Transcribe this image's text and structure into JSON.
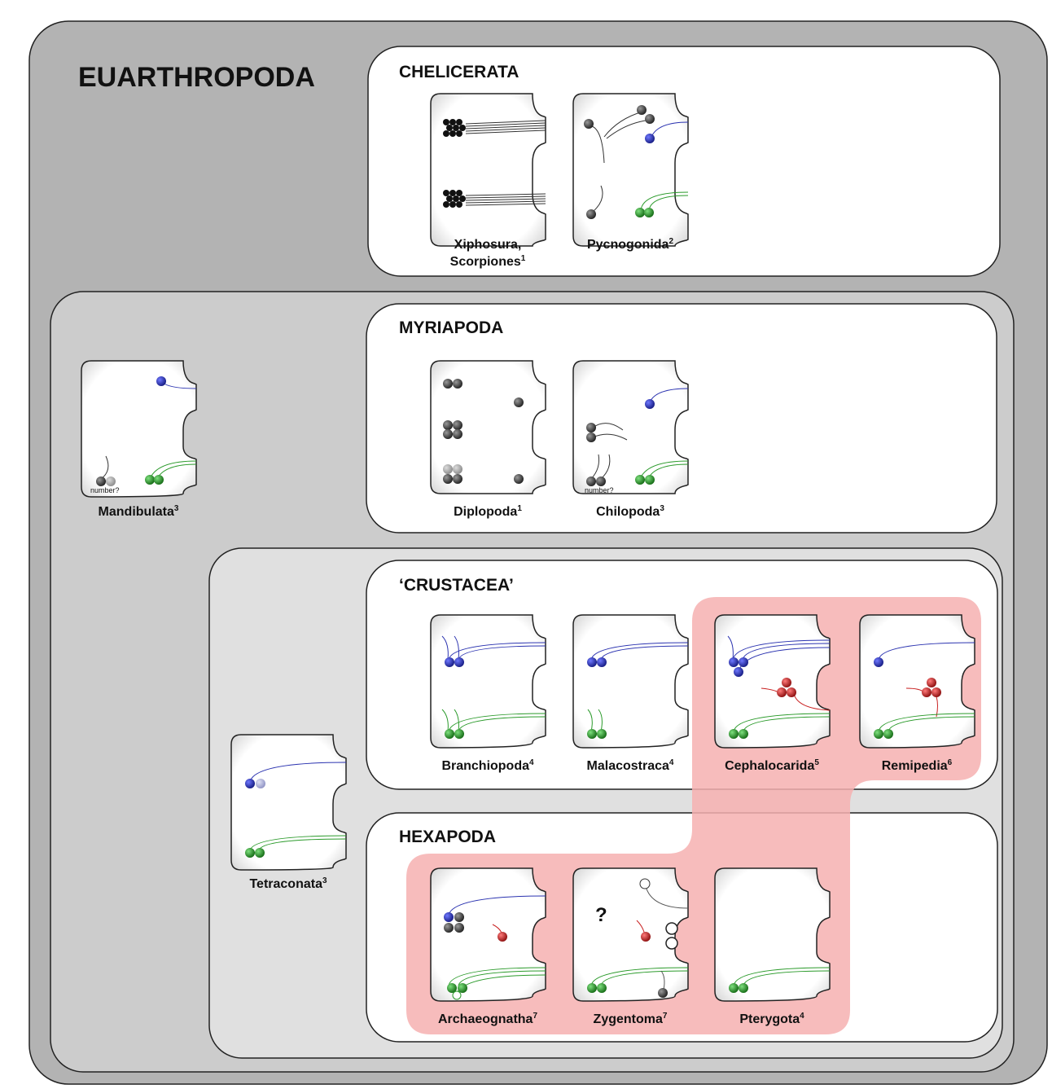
{
  "diagram": {
    "outer_title": "EUARTHROPODA",
    "clades": {
      "chelicerata": "CHELICERATA",
      "myriapoda": "MYRIAPODA",
      "crustacea": "‘CRUSTACEA’",
      "hexapoda": "HEXAPODA"
    },
    "taxa": {
      "xiphosura": {
        "line1": "Xiphosura,",
        "line2": "Scorpiones",
        "sup": "1"
      },
      "pycnogonida": {
        "name": "Pycnogonida",
        "sup": "2"
      },
      "mandibulata": {
        "name": "Mandibulata",
        "sup": "3",
        "note": "number?"
      },
      "diplopoda": {
        "name": "Diplopoda",
        "sup": "1"
      },
      "chilopoda": {
        "name": "Chilopoda",
        "sup": "3",
        "note": "number?"
      },
      "tetraconata": {
        "name": "Tetraconata",
        "sup": "3"
      },
      "branchiopoda": {
        "name": "Branchiopoda",
        "sup": "4"
      },
      "malacostraca": {
        "name": "Malacostraca",
        "sup": "4"
      },
      "cephalocarida": {
        "name": "Cephalocarida",
        "sup": "5"
      },
      "remipedia": {
        "name": "Remipedia",
        "sup": "6"
      },
      "archaeognatha": {
        "name": "Archaeognatha",
        "sup": "7"
      },
      "zygentoma": {
        "name": "Zygentoma",
        "sup": "7",
        "question": "?"
      },
      "pterygota": {
        "name": "Pterygota",
        "sup": "4"
      }
    },
    "colors": {
      "outer_frame": "#b3b3b3",
      "mandibulata_frame": "#cccccc",
      "tetraconata_frame": "#e0e0e0",
      "highlight": "#f6b0b0",
      "blue": "#2b33b0",
      "green": "#2a9a2a",
      "red": "#c81e1e",
      "grey": "#4a4a4a"
    }
  }
}
